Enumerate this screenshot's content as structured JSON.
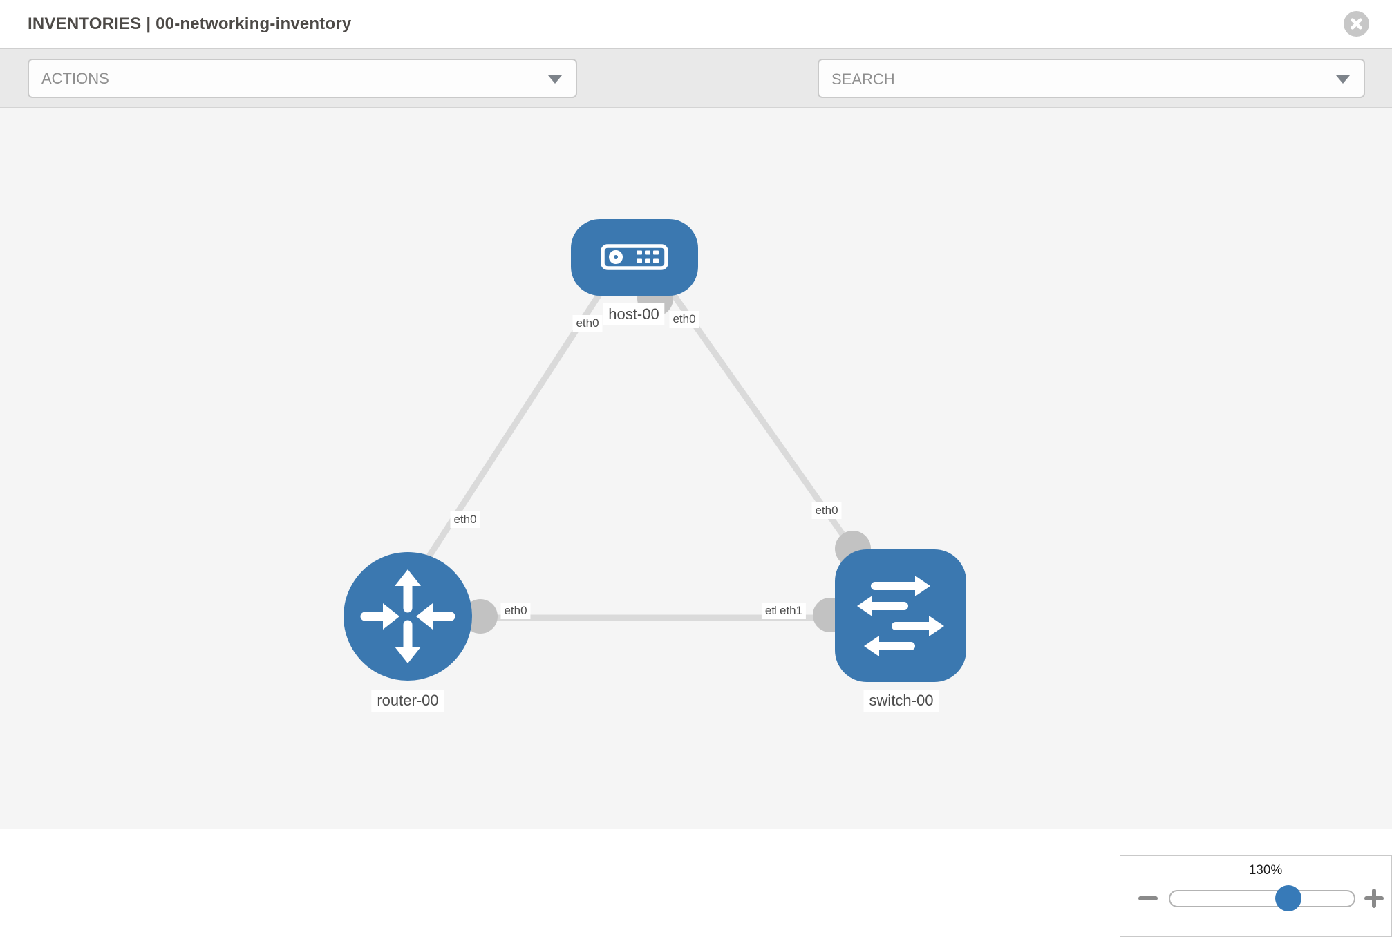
{
  "header": {
    "title": "INVENTORIES | 00-networking-inventory"
  },
  "toolbar": {
    "actions_label": "ACTIONS",
    "search_placeholder": "SEARCH",
    "icons": [
      "wrench-icon",
      "key-icon"
    ]
  },
  "topology": {
    "nodes": [
      {
        "id": "host-00",
        "label": "host-00",
        "type": "host",
        "icon": "server-icon"
      },
      {
        "id": "router-00",
        "label": "router-00",
        "type": "router",
        "icon": "router-arrows-icon"
      },
      {
        "id": "switch-00",
        "label": "switch-00",
        "type": "switch",
        "icon": "switch-arrows-icon"
      }
    ],
    "links": [
      {
        "from": "host-00",
        "to": "router-00",
        "from_interface": "eth0",
        "to_interface": "eth0"
      },
      {
        "from": "host-00",
        "to": "switch-00",
        "from_interface": "eth0",
        "to_interface": "eth0"
      },
      {
        "from": "router-00",
        "to": "switch-00",
        "from_interface": "eth0",
        "to_interface": "eth1"
      }
    ],
    "interface_labels": [
      "eth0",
      "eth0",
      "eth0",
      "eth0",
      "eth0",
      "eth0",
      "eth1"
    ]
  },
  "zoom_control": {
    "level": "130%",
    "percent": 130
  },
  "colors": {
    "node_blue": "#3b78b0",
    "link_gray": "#dadada",
    "interface_gray": "#c2c2c2",
    "canvas_bg": "#f5f5f5",
    "toolbar_bg": "#e9e9e9",
    "slider_thumb_blue": "#377ab8"
  }
}
